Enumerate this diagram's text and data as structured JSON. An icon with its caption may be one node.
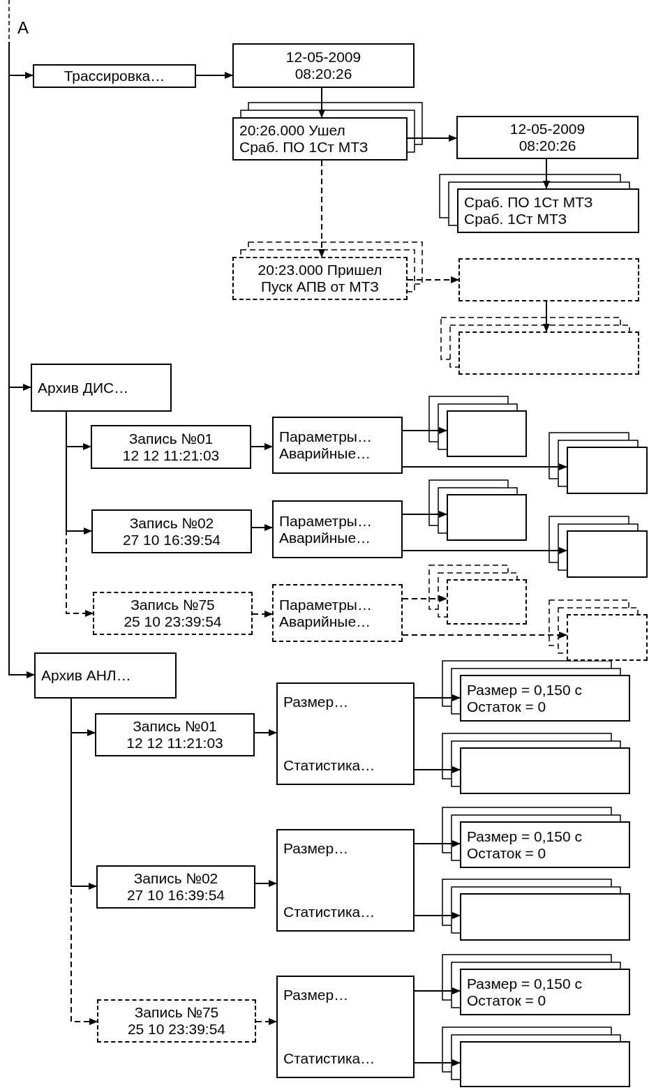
{
  "diagram": {
    "nodes": [
      {
        "text": [
          "Трассировка…"
        ]
      },
      {
        "text": [
          "12-05-2009",
          "08:20:26"
        ]
      },
      {
        "text": [
          "20:26.000 Ушел",
          "Сраб. ПО 1Ст МТЗ"
        ]
      },
      {
        "text": [
          "12-05-2009",
          "08:20:26"
        ]
      },
      {
        "text": [
          "Сраб. ПО 1Ст МТЗ",
          "Сраб. 1Ст МТЗ"
        ]
      },
      {
        "text": [
          "20:23.000 Пришел",
          "Пуск АПВ от МТЗ"
        ]
      },
      {
        "text": [],
        "shape": "box"
      },
      {
        "text": [],
        "shape": "box"
      },
      {
        "text": [
          "Архив ДИС…"
        ]
      },
      {
        "text": [
          "Запись №01",
          "12 12 11:21:03"
        ]
      },
      {
        "text": [
          "Параметры…",
          "Аварийные…"
        ]
      },
      {
        "text": [],
        "shape": "box"
      },
      {
        "text": [],
        "shape": "box"
      },
      {
        "text": [
          "Запись №02",
          "27 10 16:39:54"
        ]
      },
      {
        "text": [
          "Параметры…",
          "Аварийные…"
        ]
      },
      {
        "text": [],
        "shape": "box"
      },
      {
        "text": [],
        "shape": "box"
      },
      {
        "text": [
          "Запись №75",
          "25 10 23:39:54"
        ]
      },
      {
        "text": [
          "Параметры…",
          "Аварийные…"
        ]
      },
      {
        "text": [],
        "shape": "box"
      },
      {
        "text": [],
        "shape": "box"
      },
      {
        "text": [
          "Архив АНЛ…"
        ]
      },
      {
        "text": [
          "Запись №01",
          "12 12 11:21:03"
        ]
      },
      {
        "text": [
          "Размер…",
          "Статистика…"
        ]
      },
      {
        "text": [
          "Размер = 0,150 с",
          "Остаток = 0"
        ]
      },
      {
        "text": [],
        "shape": "box"
      },
      {
        "text": [
          "Запись №02",
          "27 10 16:39:54"
        ]
      },
      {
        "text": [
          "Размер…",
          "Статистика…"
        ]
      },
      {
        "text": [
          "Размер = 0,150 с",
          "Остаток = 0"
        ]
      },
      {
        "text": [],
        "shape": "box"
      },
      {
        "text": [
          "Запись №75",
          "25 10 23:39:54"
        ]
      },
      {
        "text": [
          "Размер…",
          "Статистика…"
        ]
      },
      {
        "text": [
          "Размер = 0,150 с",
          "Остаток = 0"
        ]
      },
      {
        "text": [],
        "shape": "box"
      }
    ],
    "edges": [
      {
        "from": null,
        "to": 0,
        "arrow": "to"
      },
      {
        "from": null,
        "to": 8,
        "arrow": "to"
      },
      {
        "from": null,
        "to": 21,
        "arrow": "to"
      },
      {
        "from": 0,
        "to": 1,
        "arrow": "to"
      },
      {
        "from": 1,
        "to": 2,
        "arrow": "to"
      },
      {
        "from": 2,
        "to": 3,
        "arrow": "to"
      },
      {
        "from": 3,
        "to": 4,
        "arrow": "to"
      },
      {
        "from": 2,
        "to": 5,
        "arrow": "to",
        "style": "dashed"
      },
      {
        "from": 5,
        "to": 6,
        "arrow": "to",
        "style": "dashed"
      },
      {
        "from": 6,
        "to": 7,
        "arrow": "to"
      },
      {
        "from": 8,
        "to": 9,
        "arrow": "to"
      },
      {
        "from": 8,
        "to": 13,
        "arrow": "to"
      },
      {
        "from": 8,
        "to": 17,
        "arrow": "to",
        "style": "dashed"
      },
      {
        "from": 9,
        "to": 10,
        "arrow": "to"
      },
      {
        "from": 10,
        "to": 11,
        "arrow": "to"
      },
      {
        "from": 10,
        "to": 12,
        "arrow": "to"
      },
      {
        "from": 13,
        "to": 14,
        "arrow": "to"
      },
      {
        "from": 14,
        "to": 15,
        "arrow": "to"
      },
      {
        "from": 14,
        "to": 16,
        "arrow": "to"
      },
      {
        "from": 17,
        "to": 18,
        "arrow": "to",
        "style": "dashed"
      },
      {
        "from": 18,
        "to": 19,
        "arrow": "to",
        "style": "dashed"
      },
      {
        "from": 18,
        "to": 20,
        "arrow": "to",
        "style": "dashed"
      },
      {
        "from": 21,
        "to": 22,
        "arrow": "to"
      },
      {
        "from": 21,
        "to": 26,
        "arrow": "to"
      },
      {
        "from": 21,
        "to": 30,
        "arrow": "to",
        "style": "dashed"
      },
      {
        "from": 22,
        "to": 23,
        "arrow": "to"
      },
      {
        "from": 23,
        "to": 24,
        "arrow": "to"
      },
      {
        "from": 23,
        "to": 25,
        "arrow": "to"
      },
      {
        "from": 26,
        "to": 27,
        "arrow": "to"
      },
      {
        "from": 27,
        "to": 28,
        "arrow": "to"
      },
      {
        "from": 27,
        "to": 29,
        "arrow": "to"
      },
      {
        "from": 30,
        "to": 31,
        "arrow": "to",
        "style": "dashed"
      },
      {
        "from": 31,
        "to": 32,
        "arrow": "to"
      },
      {
        "from": 31,
        "to": 33,
        "arrow": "to"
      }
    ],
    "labels": [
      "А"
    ]
  }
}
